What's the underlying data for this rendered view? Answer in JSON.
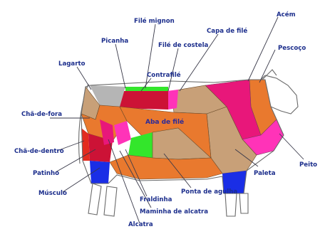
{
  "labels": {
    "file_mignon": "Filé mignon",
    "capa_de_file": "Capa de filé",
    "acem": "Acém",
    "picanha": "Picanha",
    "file_de_costela": "Filé de costela",
    "lagarto": "Lagarto",
    "contrafile": "Contrafilé",
    "pescoco": "Pescoço",
    "cha_de_fora": "Chã-de-fora",
    "aba_de_file": "Aba de filé",
    "cha_de_dentro": "Chã-de-dentro",
    "peito": "Peito",
    "patinho": "Patinho",
    "paleta": "Paleta",
    "musculo": "Músculo",
    "fraldinha": "Fraldinha",
    "ponta_de_agulha": "Ponta de agulha",
    "maminha_de_alcatra": "Maminha de alcatra",
    "alcatra": "Alcatra"
  },
  "colors": {
    "orange": "#e9792e",
    "tan": "#c8a078",
    "magenta": "#e8177a",
    "pink": "#ff33b8",
    "red": "#e32b1f",
    "crimson": "#cc1236",
    "green": "#33e62b",
    "blue": "#1a2ee6",
    "gray": "#b5b5b5",
    "label": "#1c2e8c"
  }
}
